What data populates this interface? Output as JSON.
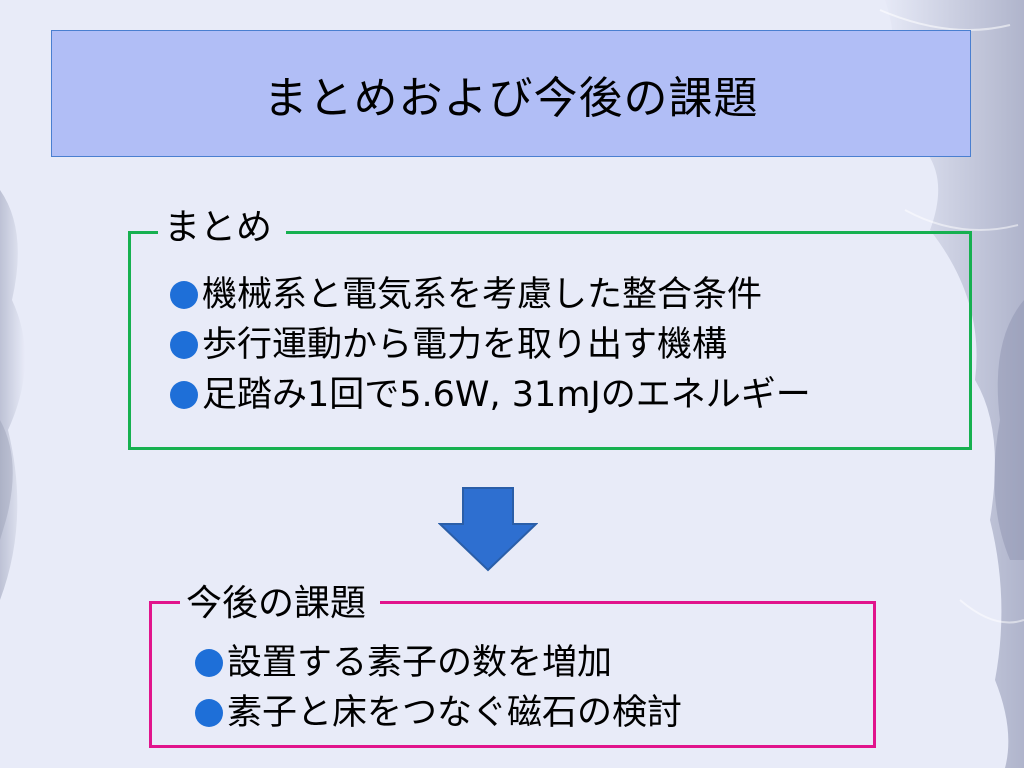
{
  "slide": {
    "title": "まとめおよび今後の課題"
  },
  "summary": {
    "heading": "まとめ",
    "items": [
      "機械系と電気系を考慮した整合条件",
      "歩行運動から電力を取り出す機構",
      "足踏み1回で5.6W, 31mJのエネルギー"
    ]
  },
  "future_tasks": {
    "heading": "今後の課題",
    "items": [
      "設置する素子の数を増加",
      "素子と床をつなぐ磁石の検討"
    ]
  },
  "colors": {
    "background": "#e8ebf8",
    "title_fill": "#b1bef6",
    "summary_border": "#16b050",
    "tasks_border": "#e1148c",
    "bullet": "#1e6fd8",
    "arrow": "#2e6fd0"
  },
  "icons": {
    "bullet": "filled-circle",
    "arrow": "down-arrow"
  }
}
